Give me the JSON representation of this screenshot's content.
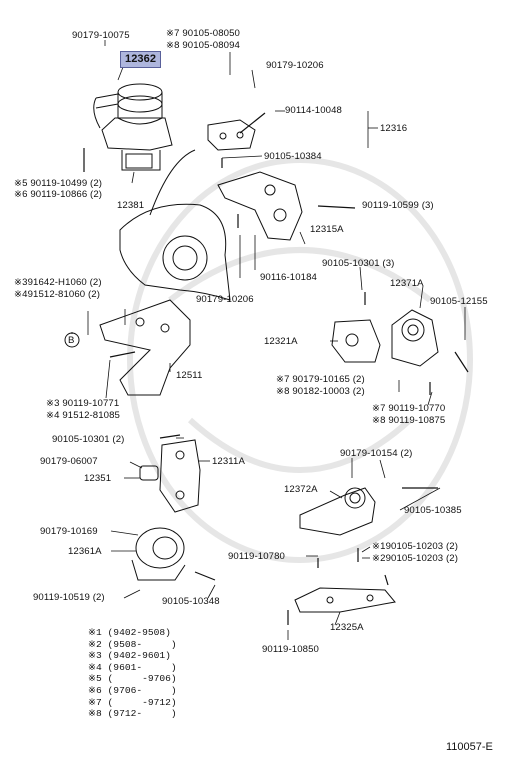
{
  "labels": {
    "l90179_10075": "90179-10075",
    "l12362": "12362",
    "l90105_08050": "※7 90105-08050",
    "l90105_08094": "※8 90105-08094",
    "l90179_10206a": "90179-10206",
    "l90114_10048": "90114-10048",
    "l12316": "12316",
    "l90105_10384": "90105-10384",
    "l90119_10499": "※5 90119-10499 (2)",
    "l90119_10866": "※6 90119-10866 (2)",
    "l12381": "12381",
    "l90119_10599": "90119-10599 (3)",
    "l12315A": "12315A",
    "l90116_10184": "90116-10184",
    "l90179_10206b": "90179-10206",
    "l391642": "※391642-H1060 (2)",
    "l491512": "※491512-81060 (2)",
    "lB": "B",
    "l12511": "12511",
    "l90119_10771": "※3 90119-10771",
    "l91512_81085": "※4 91512-81085",
    "l90105_10301a": "90105-10301 (3)",
    "l12371A": "12371A",
    "l90105_12155": "90105-12155",
    "l12321A": "12321A",
    "l90179_10165": "※7 90179-10165 (2)",
    "l90182_10003": "※8 90182-10003 (2)",
    "l90119_10770": "※7 90119-10770",
    "l90119_10875": "※8 90119-10875",
    "l90105_10301b": "90105-10301 (2)",
    "l90179_06007": "90179-06007",
    "l12311A": "12311A",
    "l12351": "12351",
    "l90179_10154": "90179-10154 (2)",
    "l12372A": "12372A",
    "l90105_10385": "90105-10385",
    "l90179_10169": "90179-10169",
    "l12361A": "12361A",
    "l90119_10780": "90119-10780",
    "l190105_10203": "※190105-10203 (2)",
    "l290105_10203": "※290105-10203 (2)",
    "l90119_10519": "90119-10519 (2)",
    "l90105_10348": "90105-10348",
    "l12325A": "12325A",
    "l90119_10850": "90119-10850"
  },
  "legend": [
    "※1 (9402-9508)",
    "※2 (9508-     )",
    "※3 (9402-9601)",
    "※4 (9601-     )",
    "※5 (     -9706)",
    "※6 (9706-     )",
    "※7 (     -9712)",
    "※8 (9712-     )"
  ],
  "diagram_code": "110057-E",
  "colors": {
    "highlight": "#aeb6dd",
    "line": "#111111"
  }
}
